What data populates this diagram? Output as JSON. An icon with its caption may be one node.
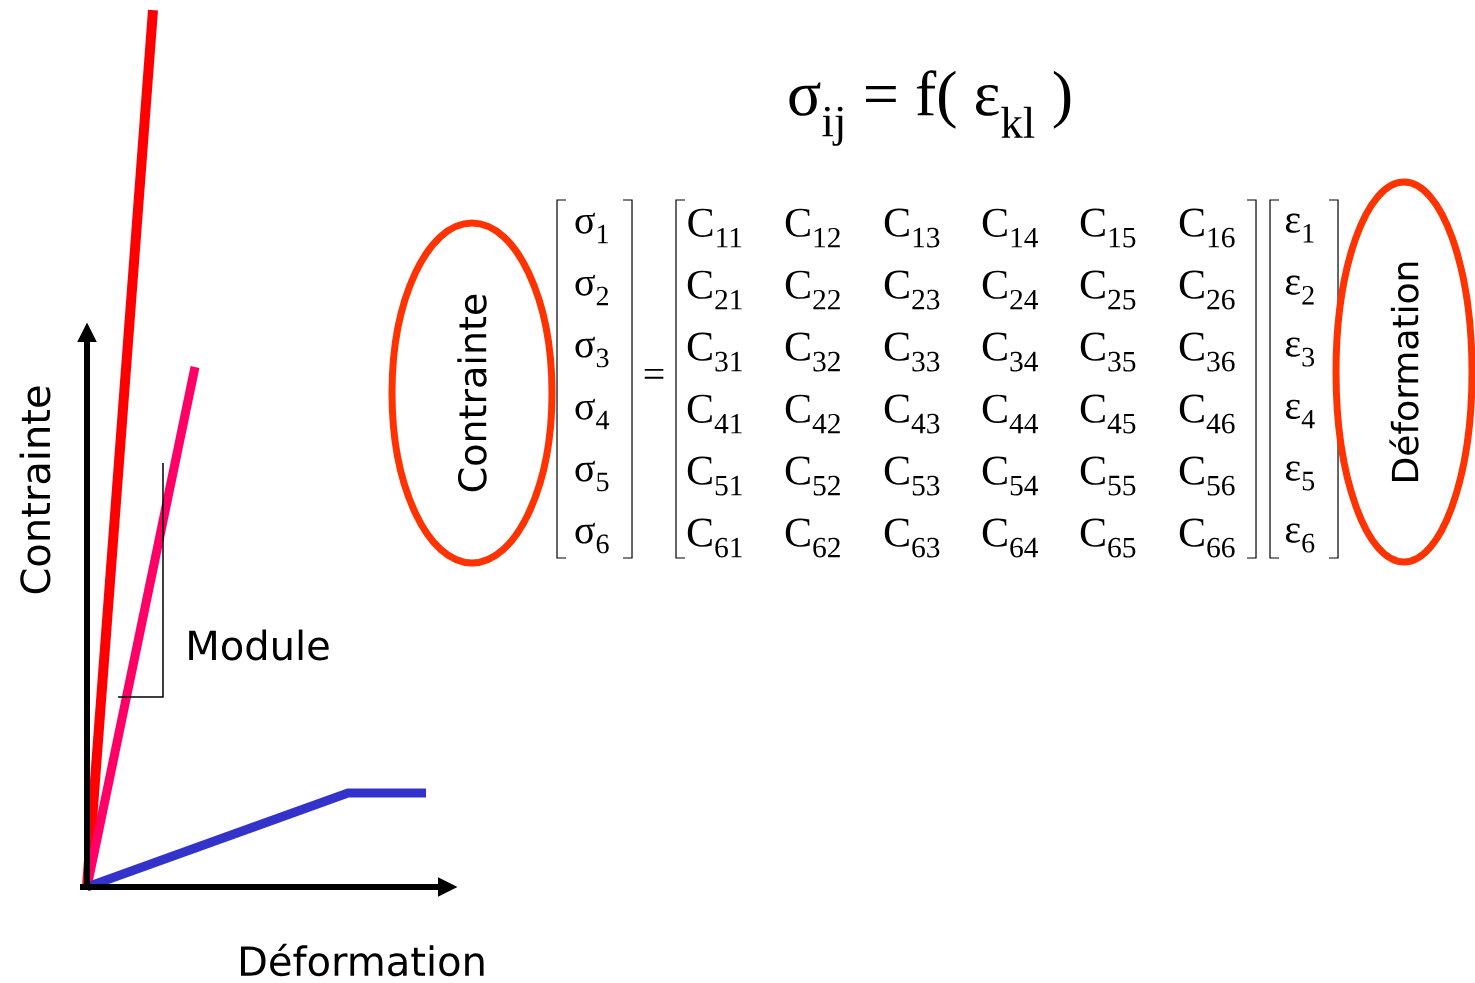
{
  "diagram": {
    "nodes": [
      {
        "text": [
          "Contrainte"
        ]
      },
      {
        "text": [
          "Déformation"
        ]
      }
    ],
    "labels": [
      "σ$_{ij}$ = f( ε$_{kl}$ )",
      "σ$_{1}$",
      "C$_{11}$",
      "C$_{12}$",
      "C$_{13}$",
      "C$_{14}$",
      "C$_{15}$",
      "C$_{16}$",
      "ε$_{1}$",
      "σ$_{2}$",
      "C$_{21}$",
      "C$_{22}$",
      "C$_{23}$",
      "C$_{24}$",
      "C$_{25}$",
      "C$_{26}$",
      "ε$_{2}$",
      "σ$_{3}$",
      "=",
      "C$_{31}$",
      "C$_{32}$",
      "C$_{33}$",
      "C$_{34}$",
      "C$_{35}$",
      "C$_{36}$",
      "ε$_{3}$",
      "σ$_{4}$",
      "C$_{41}$",
      "C$_{42}$",
      "C$_{43}$",
      "C$_{44}$",
      "C$_{45}$",
      "C$_{46}$",
      "ε$_{4}$",
      "σ$_{5}$",
      "C$_{51}$",
      "C$_{52}$",
      "C$_{53}$",
      "C$_{54}$",
      "C$_{55}$",
      "C$_{56}$",
      "ε$_{5}$",
      "σ$_{6}$",
      "C$_{61}$",
      "C$_{62}$",
      "C$_{63}$",
      "C$_{64}$",
      "C$_{65}$",
      "C$_{66}$",
      "ε$_{6}$",
      "Module",
      "Contrainte",
      "Déformation"
    ]
  }
}
